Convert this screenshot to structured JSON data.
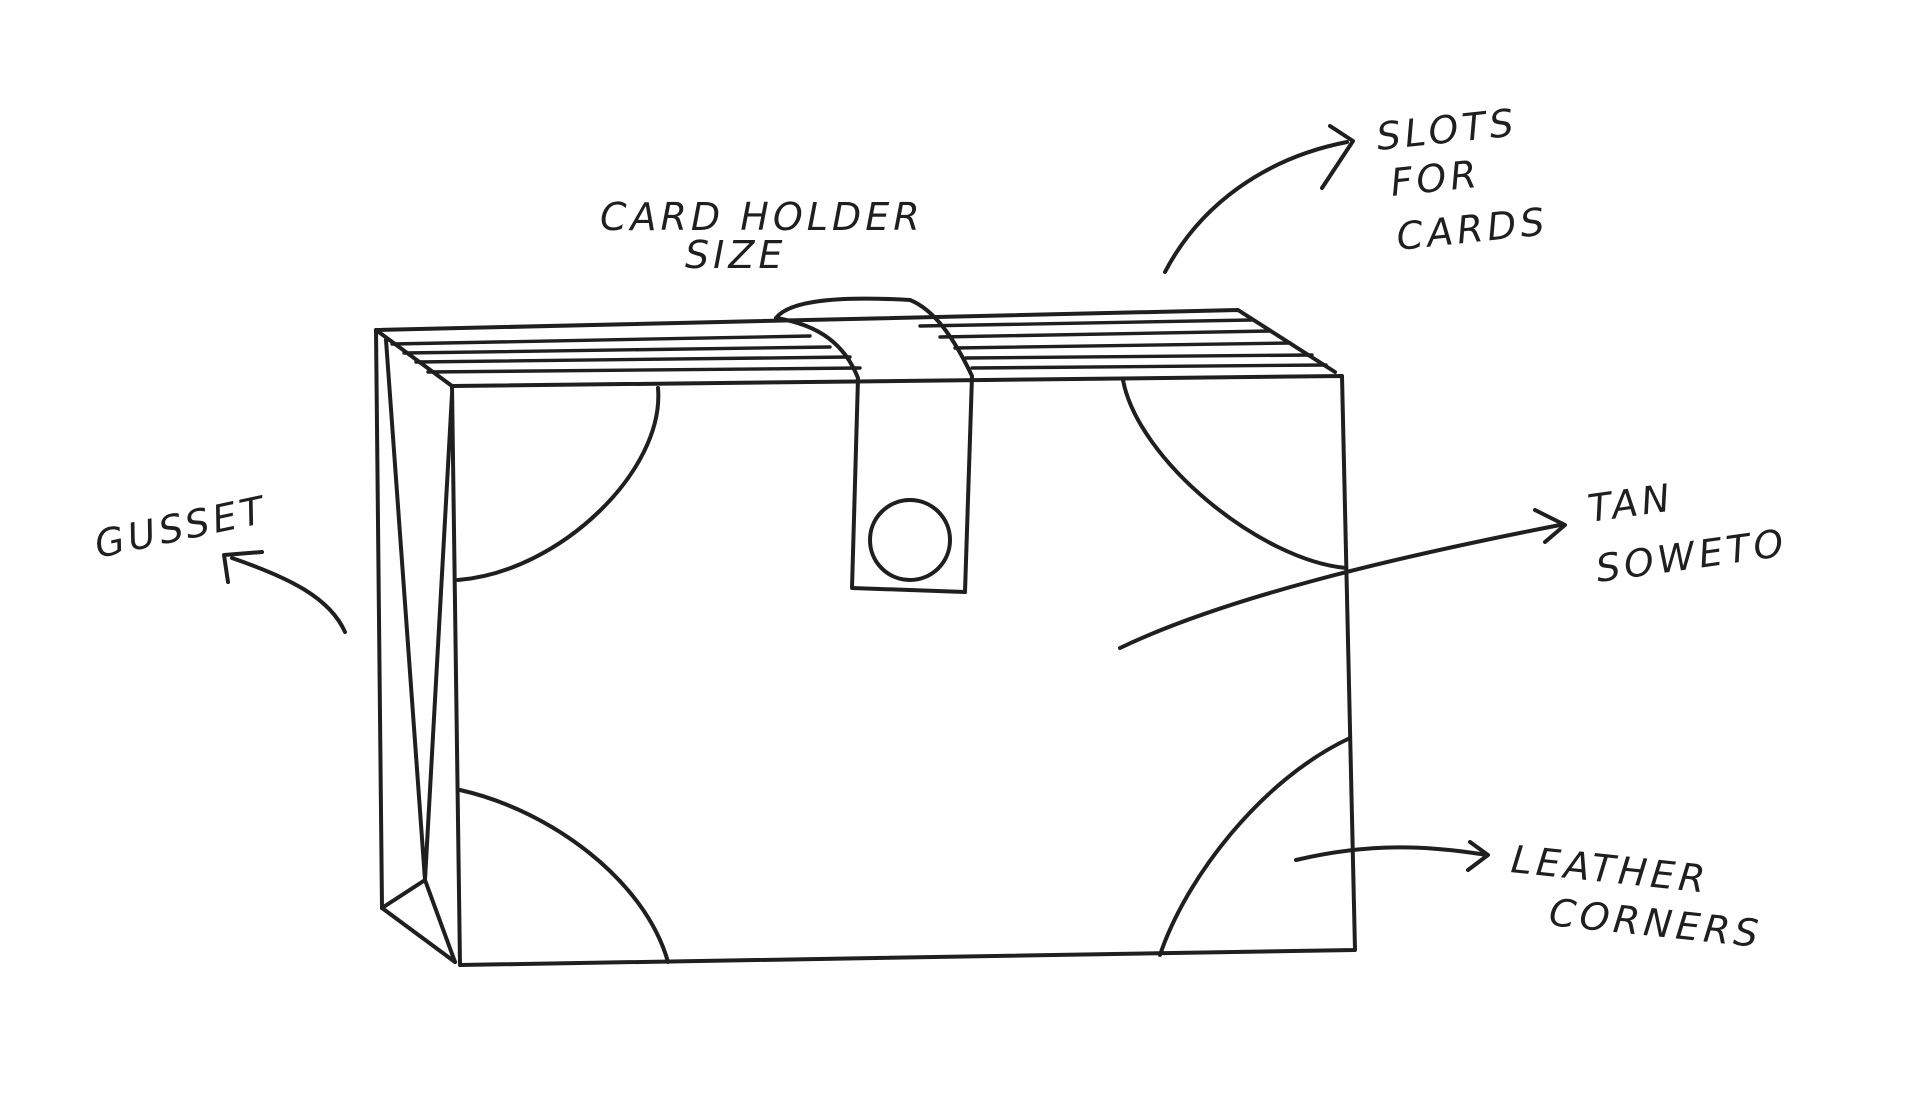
{
  "annotations": {
    "card_holder": {
      "lines": [
        "CARD HOLDER",
        "SIZE"
      ]
    },
    "slots": {
      "lines": [
        "SLOTS",
        "FOR",
        "CARDS"
      ]
    },
    "gusset": {
      "lines": [
        "GUSSET"
      ]
    },
    "tan": {
      "lines": [
        "TAN",
        "SOWETO"
      ]
    },
    "leather": {
      "lines": [
        "LEATHER",
        "CORNERS"
      ]
    }
  },
  "colors": {
    "ink": "#1f1f1f",
    "paper": "#ffffff"
  }
}
